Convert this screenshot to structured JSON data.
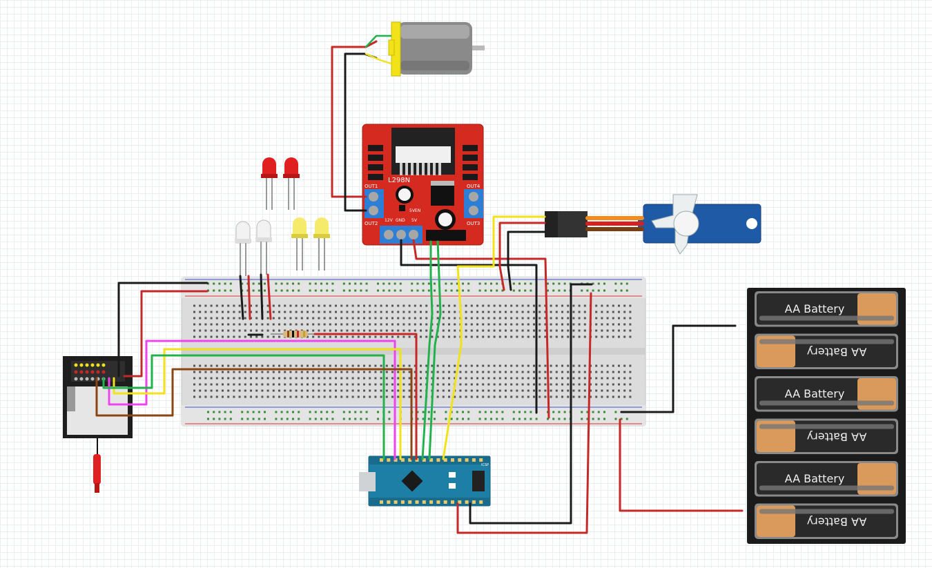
{
  "motor_driver": {
    "chip": "L298N",
    "out1": "OUT1",
    "out2": "OUT2",
    "out3": "OUT3",
    "out4": "OUT4",
    "v12": "12V",
    "gnd": "GND",
    "v5": "5V",
    "en": "5VEN"
  },
  "battery_pack": {
    "cells": [
      {
        "label": "AA Battery",
        "flipped": false
      },
      {
        "label": "AA Battery",
        "flipped": true
      },
      {
        "label": "AA Battery",
        "flipped": false
      },
      {
        "label": "AA Battery",
        "flipped": true
      },
      {
        "label": "AA Battery",
        "flipped": false
      },
      {
        "label": "AA Battery",
        "flipped": true
      }
    ]
  },
  "arduino": {
    "icsp": "ICSP"
  },
  "colors": {
    "wire_red": "#c62828",
    "wire_black": "#1a1a1a",
    "wire_green": "#22b14c",
    "wire_yellow": "#f2e21a",
    "wire_magenta": "#ee44ee",
    "wire_brown": "#8b4513",
    "driver_board": "#d42a20",
    "arduino_board": "#1d7fa6",
    "servo_body": "#1f5aa6",
    "motor_cap": "#f2e21a"
  }
}
